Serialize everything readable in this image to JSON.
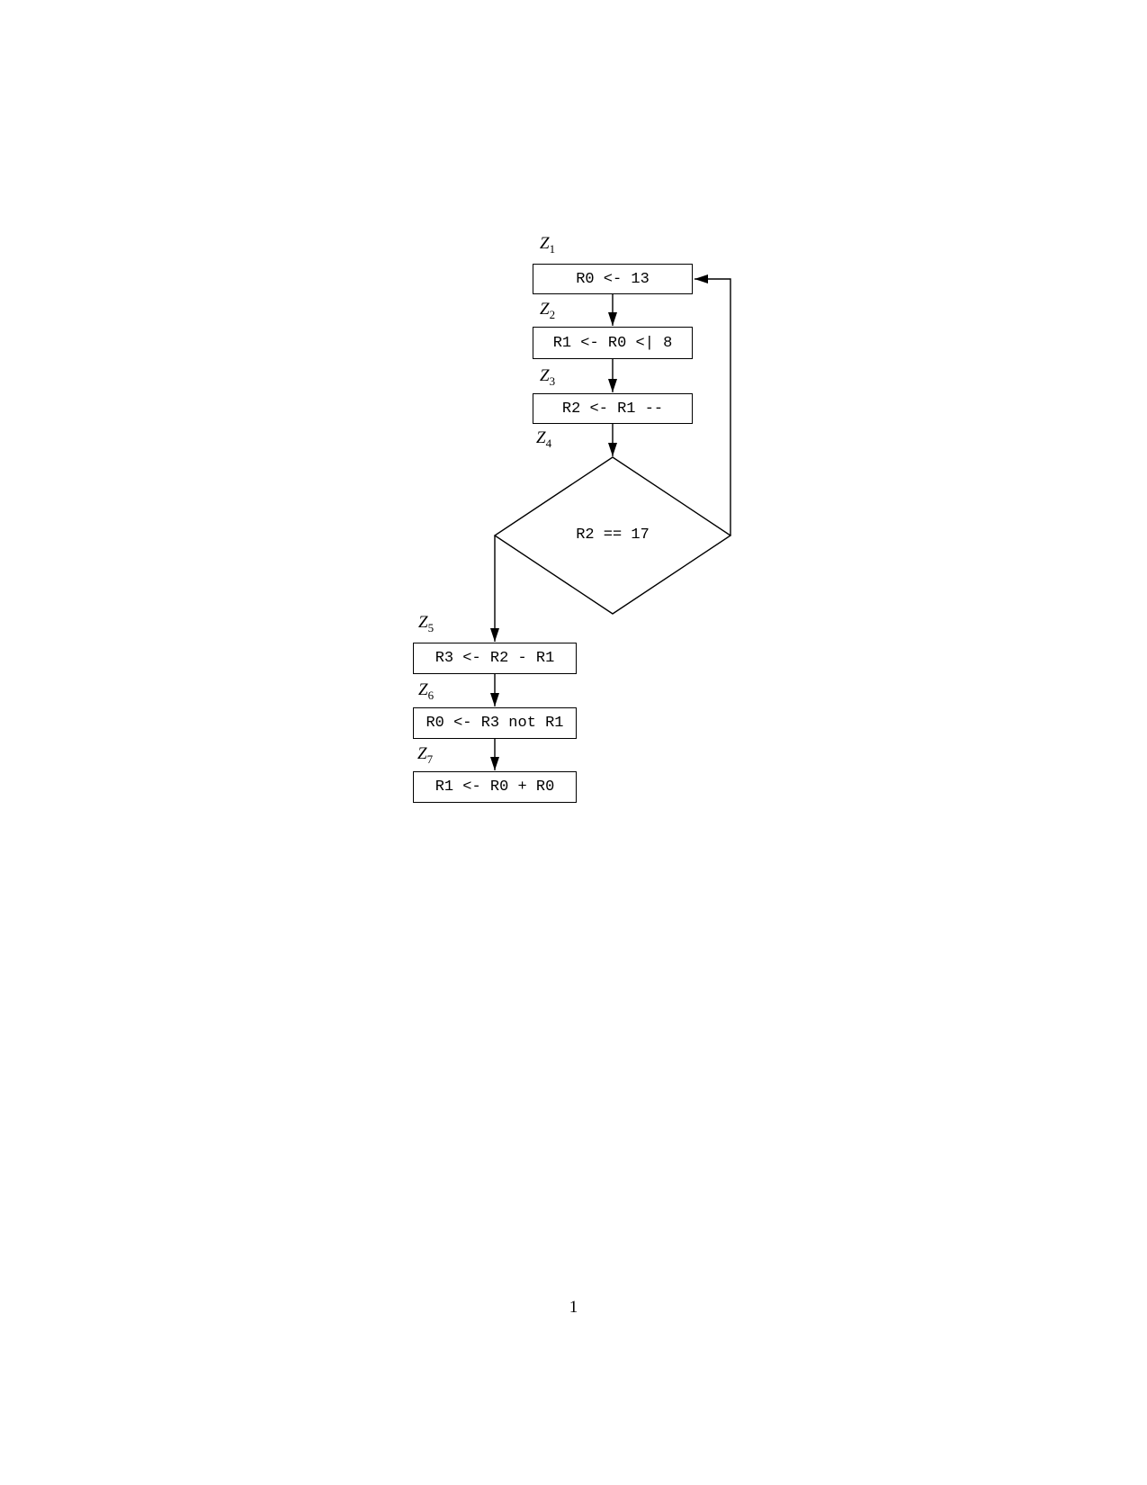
{
  "page": {
    "number": "1"
  },
  "flowchart": {
    "colors": {
      "line": "#000000",
      "background": "#ffffff"
    },
    "nodes": [
      {
        "id": "Z1",
        "label": {
          "base": "Z",
          "sub": "1"
        },
        "shape": "rect",
        "text": "R0 <- 13"
      },
      {
        "id": "Z2",
        "label": {
          "base": "Z",
          "sub": "2"
        },
        "shape": "rect",
        "text": "R1 <- R0 <| 8"
      },
      {
        "id": "Z3",
        "label": {
          "base": "Z",
          "sub": "3"
        },
        "shape": "rect",
        "text": "R2 <- R1 --"
      },
      {
        "id": "Z4",
        "label": {
          "base": "Z",
          "sub": "4"
        },
        "shape": "diamond",
        "text": "R2 == 17"
      },
      {
        "id": "Z5",
        "label": {
          "base": "Z",
          "sub": "5"
        },
        "shape": "rect",
        "text": "R3 <- R2 - R1"
      },
      {
        "id": "Z6",
        "label": {
          "base": "Z",
          "sub": "6"
        },
        "shape": "rect",
        "text": "R0 <- R3 not R1"
      },
      {
        "id": "Z7",
        "label": {
          "base": "Z",
          "sub": "7"
        },
        "shape": "rect",
        "text": "R1 <- R0 + R0"
      }
    ],
    "edges": [
      {
        "from": "Z1",
        "to": "Z2",
        "type": "down"
      },
      {
        "from": "Z2",
        "to": "Z3",
        "type": "down"
      },
      {
        "from": "Z3",
        "to": "Z4",
        "type": "down"
      },
      {
        "from": "Z4",
        "to": "Z5",
        "type": "down-from-left-vertex"
      },
      {
        "from": "Z4",
        "to": "Z1",
        "type": "loop-back-right"
      },
      {
        "from": "Z5",
        "to": "Z6",
        "type": "down"
      },
      {
        "from": "Z6",
        "to": "Z7",
        "type": "down"
      }
    ]
  }
}
